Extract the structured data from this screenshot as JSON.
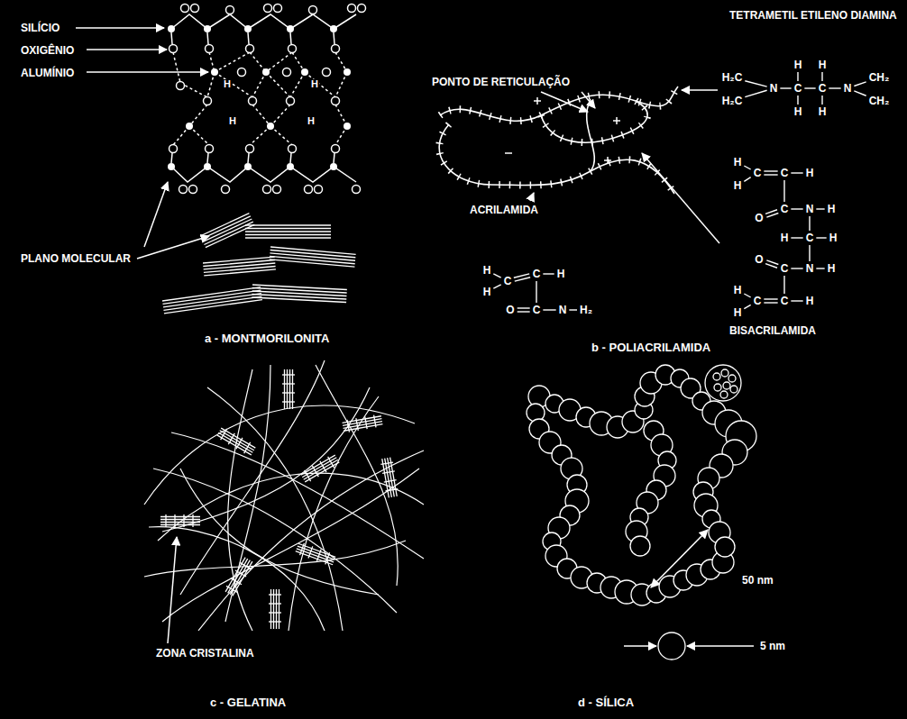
{
  "diagram": {
    "labels": [
      "SILÍCIO",
      "OXIGÊNIO",
      "ALUMÍNIO",
      "H",
      "H",
      "H",
      "H",
      "PLANO MOLECULAR",
      "a - MONTMORILONITA",
      "PONTO DE RETICULAÇÃO",
      "TETRAMETIL ETILENO DIAMINA",
      "H",
      "H",
      "H₂C",
      "N",
      "C",
      "C",
      "N",
      "CH₂",
      "H₂C",
      "CH₂",
      "H",
      "H",
      "ACRILAMIDA",
      "H",
      "H",
      "C",
      "C",
      "H",
      "O",
      "C",
      "N",
      "H₂",
      "H",
      "C",
      "C",
      "H",
      "H",
      "O",
      "C",
      "N",
      "H",
      "H",
      "C",
      "H",
      "O",
      "C",
      "N",
      "H",
      "H",
      "C",
      "C",
      "H",
      "H",
      "BISACRILAMIDA",
      "b - POLIACRILAMIDA",
      "ZONA CRISTALINA",
      "c - GELATINA",
      "d - SÍLICA",
      "50 nm",
      "5 nm"
    ]
  }
}
